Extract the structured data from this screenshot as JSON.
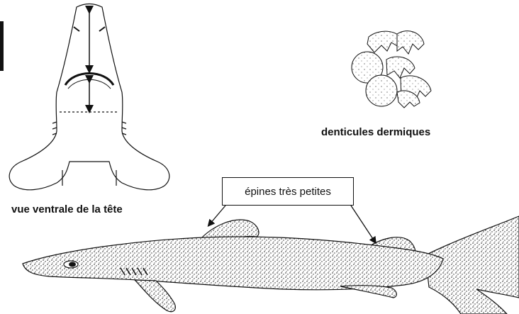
{
  "labels": {
    "head_view": "vue ventrale de la tête",
    "denticles": "denticules dermiques",
    "spines": "épines très petites"
  },
  "colors": {
    "ink": "#111111",
    "background": "#ffffff"
  }
}
